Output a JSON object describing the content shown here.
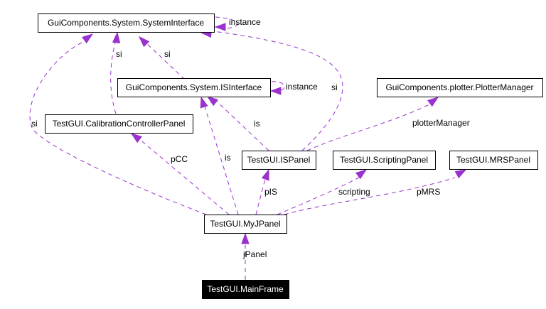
{
  "diagram": {
    "type": "collaboration-graph",
    "edge_color": "#9a32cd",
    "nodes": [
      {
        "id": "SystemInterface",
        "label": "GuiComponents.System.SystemInterface"
      },
      {
        "id": "ISInterface",
        "label": "GuiComponents.System.ISInterface"
      },
      {
        "id": "PlotterManager",
        "label": "GuiComponents.plotter.PlotterManager"
      },
      {
        "id": "CalibrationControllerPanel",
        "label": "TestGUI.CalibrationControllerPanel"
      },
      {
        "id": "ISPanel",
        "label": "TestGUI.ISPanel"
      },
      {
        "id": "ScriptingPanel",
        "label": "TestGUI.ScriptingPanel"
      },
      {
        "id": "MRSPanel",
        "label": "TestGUI.MRSPanel"
      },
      {
        "id": "MyJPanel",
        "label": "TestGUI.MyJPanel"
      },
      {
        "id": "MainFrame",
        "label": "TestGUI.MainFrame",
        "root": true
      }
    ],
    "edges": [
      {
        "from": "SystemInterface",
        "to": "SystemInterface",
        "label": "instance"
      },
      {
        "from": "ISInterface",
        "to": "ISInterface",
        "label": "instance"
      },
      {
        "from": "ISInterface",
        "to": "SystemInterface",
        "label": "si"
      },
      {
        "from": "CalibrationControllerPanel",
        "to": "SystemInterface",
        "label": "si"
      },
      {
        "from": "MyJPanel",
        "to": "SystemInterface",
        "label": "si"
      },
      {
        "from": "ISPanel",
        "to": "SystemInterface",
        "label": "si"
      },
      {
        "from": "ISPanel",
        "to": "ISInterface",
        "label": "is"
      },
      {
        "from": "MyJPanel",
        "to": "ISInterface",
        "label": "is"
      },
      {
        "from": "ISPanel",
        "to": "PlotterManager",
        "label": "plotterManager"
      },
      {
        "from": "MyJPanel",
        "to": "CalibrationControllerPanel",
        "label": "pCC"
      },
      {
        "from": "MyJPanel",
        "to": "ISPanel",
        "label": "pIS"
      },
      {
        "from": "MyJPanel",
        "to": "ScriptingPanel",
        "label": "scripting"
      },
      {
        "from": "MyJPanel",
        "to": "MRSPanel",
        "label": "pMRS"
      },
      {
        "from": "MainFrame",
        "to": "MyJPanel",
        "label": "jPanel"
      }
    ]
  }
}
